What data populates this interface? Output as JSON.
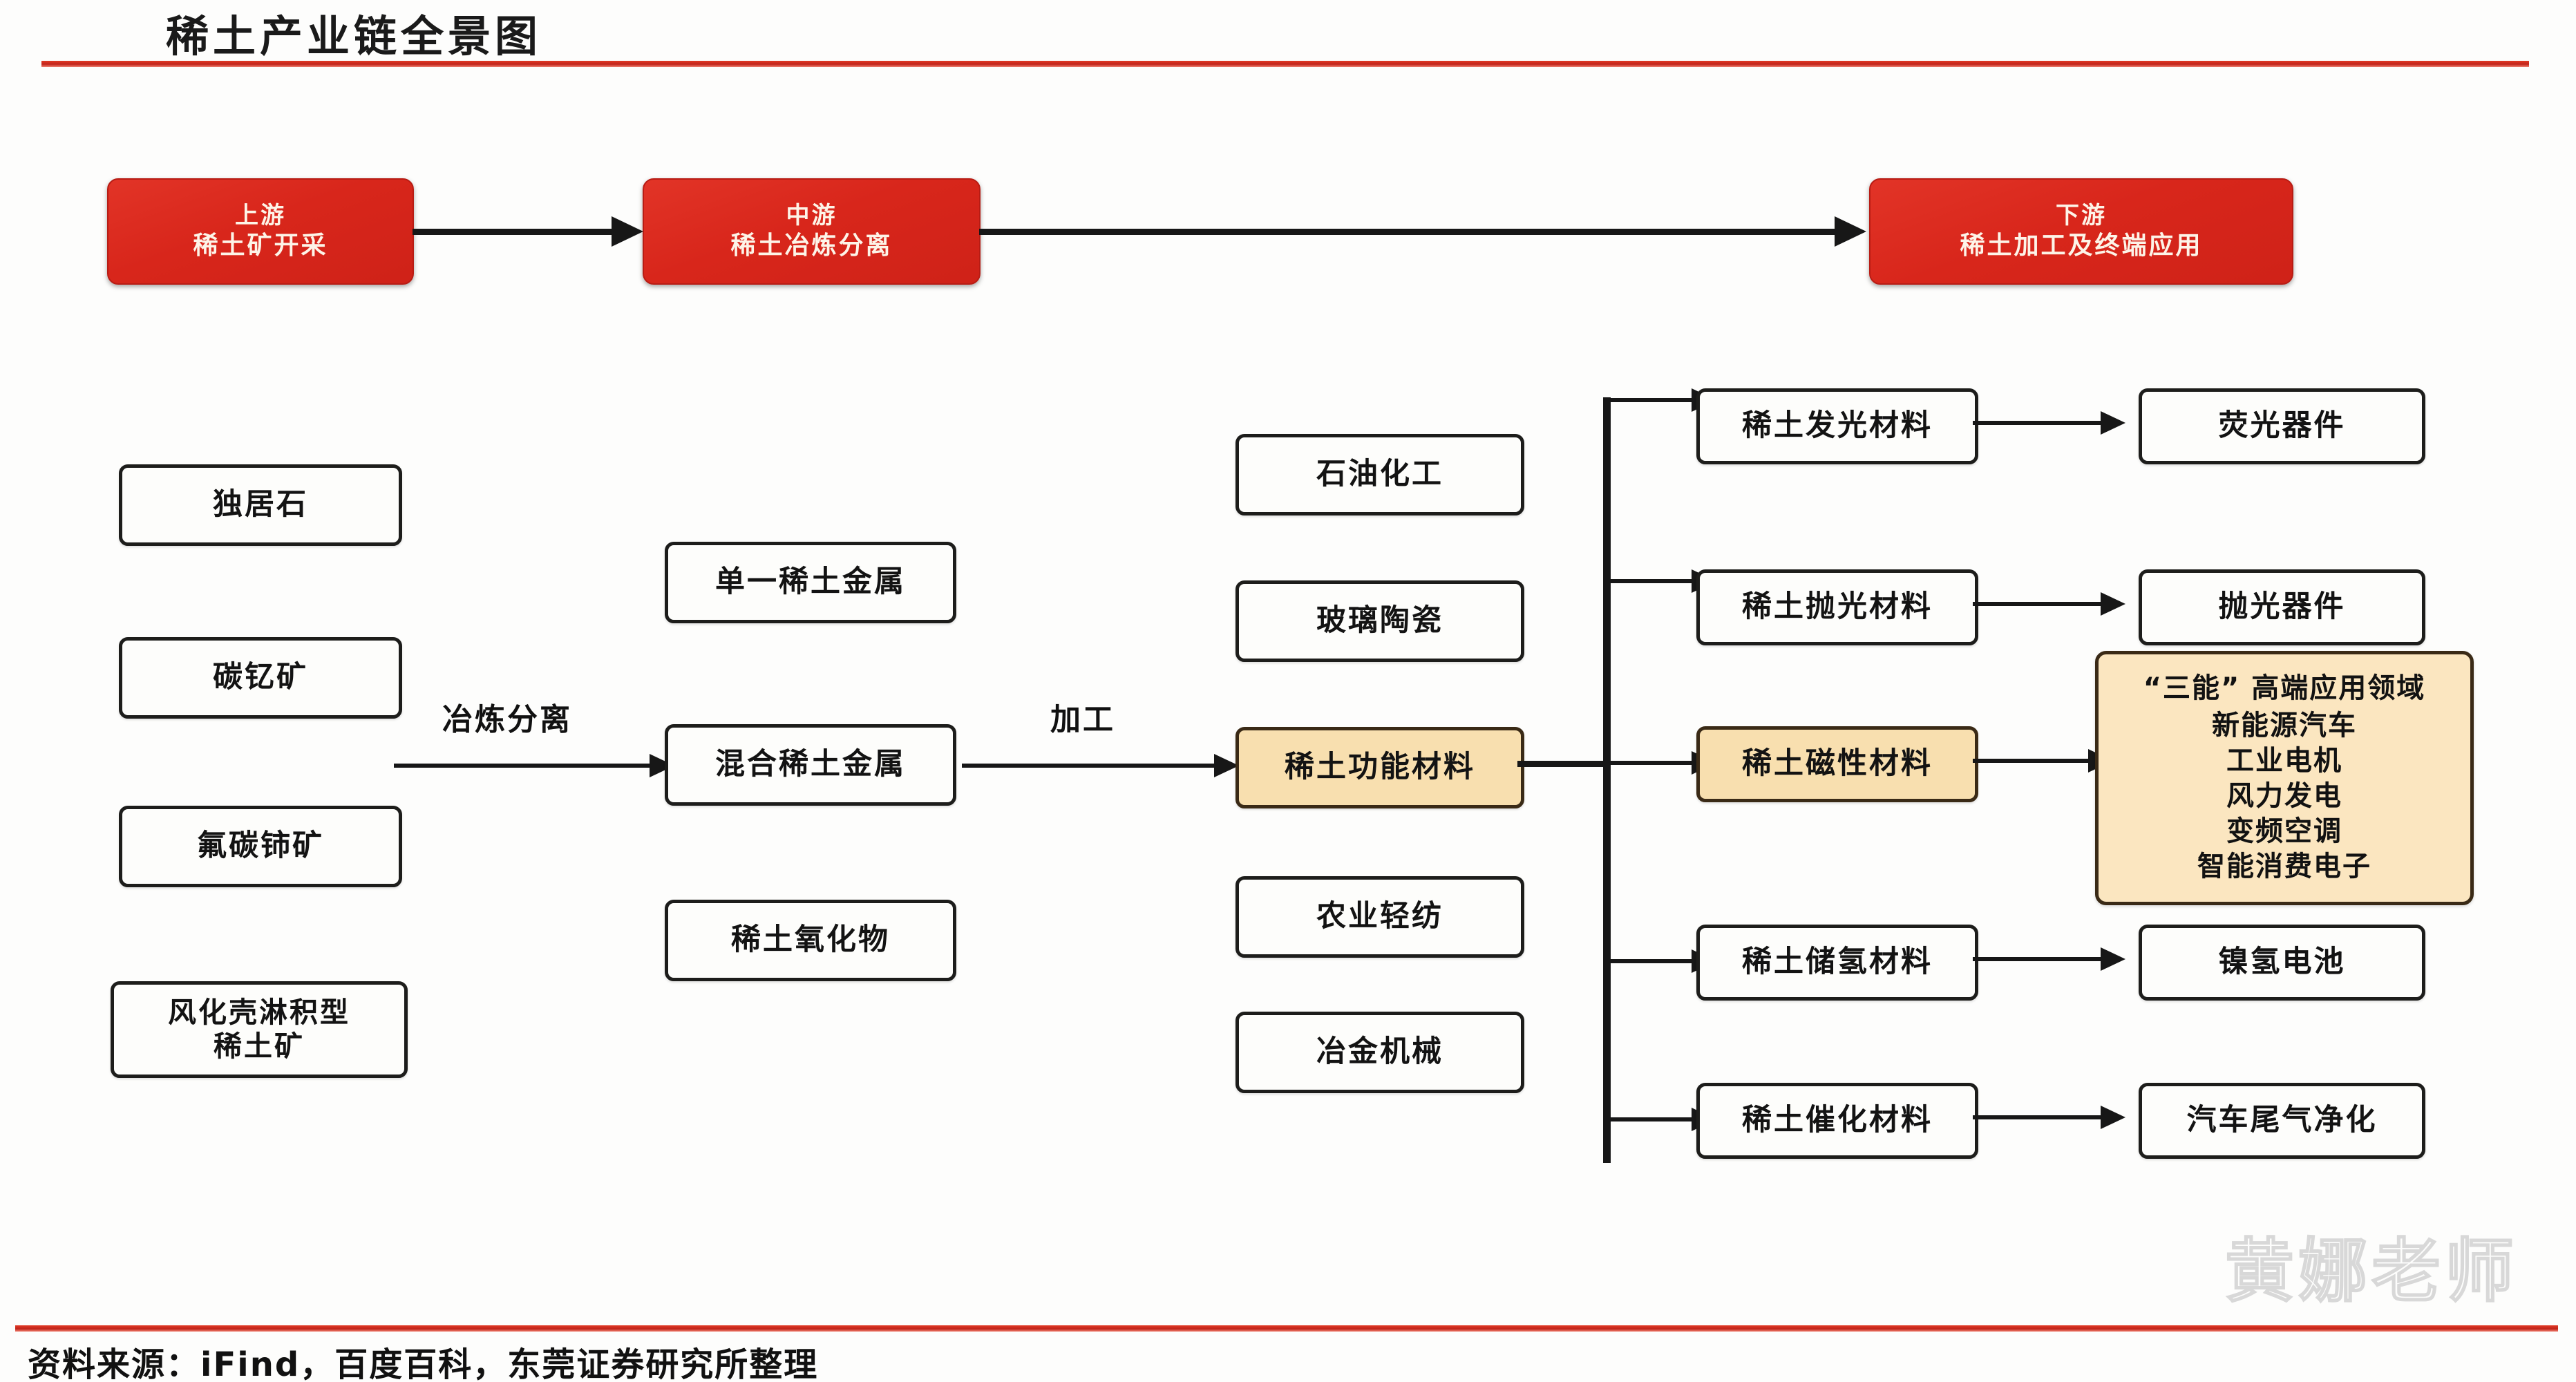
{
  "header": {
    "title": "稀土产业链全景图"
  },
  "footer": {
    "source": "资料来源：iFind，百度百科，东莞证券研究所整理"
  },
  "watermark": {
    "text": "黄娜老师"
  },
  "colors": {
    "stage_red": "#d8261b",
    "rule_red": "#c1241a",
    "highlight_tan": "#f8dfaf",
    "panel_tan": "#fbe6c0",
    "node_border": "#1d1d1b"
  },
  "stages": [
    {
      "line1": "上游",
      "line2": "稀土矿开采"
    },
    {
      "line1": "中游",
      "line2": "稀土冶炼分离"
    },
    {
      "line1": "下游",
      "line2": "稀土加工及终端应用"
    }
  ],
  "edge_labels": {
    "smelting": "冶炼分离",
    "processing": "加工"
  },
  "columns": {
    "ores": [
      {
        "label": "独居石"
      },
      {
        "label": "碳钇矿"
      },
      {
        "label": "氟碳铈矿"
      },
      {
        "label_line1": "风化壳淋积型",
        "label_line2": "稀土矿"
      }
    ],
    "intermediates": [
      {
        "label": "单一稀土金属"
      },
      {
        "label": "混合稀土金属"
      },
      {
        "label": "稀土氧化物"
      }
    ],
    "applications": [
      {
        "label": "石油化工",
        "highlight": false
      },
      {
        "label": "玻璃陶瓷",
        "highlight": false
      },
      {
        "label": "稀土功能材料",
        "highlight": true
      },
      {
        "label": "农业轻纺",
        "highlight": false
      },
      {
        "label": "冶金机械",
        "highlight": false
      }
    ],
    "materials": [
      {
        "label": "稀土发光材料",
        "highlight": false
      },
      {
        "label": "稀土抛光材料",
        "highlight": false
      },
      {
        "label": "稀土磁性材料",
        "highlight": true
      },
      {
        "label": "稀土储氢材料",
        "highlight": false
      },
      {
        "label": "稀土催化材料",
        "highlight": false
      }
    ],
    "end_products": [
      {
        "label": "荧光器件"
      },
      {
        "label": "抛光器件"
      },
      {
        "label": "镍氢电池"
      },
      {
        "label": "汽车尾气净化"
      }
    ]
  },
  "panel": {
    "head": "“三能” 高端应用领域",
    "items": [
      "新能源汽车",
      "工业电机",
      "风力发电",
      "变频空调",
      "智能消费电子"
    ]
  }
}
